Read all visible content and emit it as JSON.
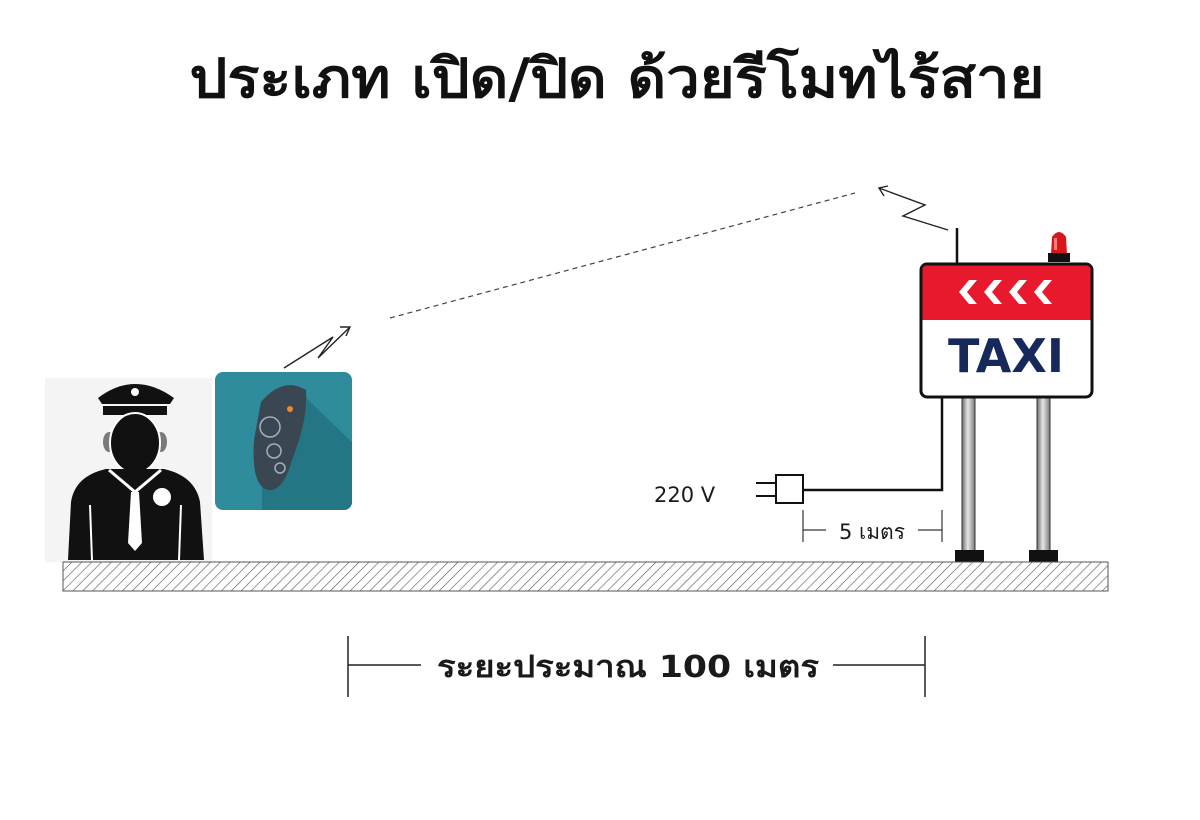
{
  "title": "ประเภท เปิด/ปิด ด้วยรีโมทไร้สาย",
  "sign": {
    "text": "TAXI",
    "colors": {
      "banner": "#e8192c",
      "text": "#17285a",
      "frame": "#111111"
    }
  },
  "power_label": "220 V",
  "cable_length_label": "5 เมตร",
  "distance_label": "ระยะประมาณ 100 เมตร",
  "icons": {
    "operator": "security-guard-icon",
    "remote": "remote-control-icon",
    "beacon": "warning-light-icon",
    "plug": "power-plug-icon"
  },
  "colors": {
    "remote_tile": "#2e8c9c",
    "remote_body": "#3a4652",
    "remote_led": "#f08a24",
    "ground_hatch": "#555555"
  }
}
